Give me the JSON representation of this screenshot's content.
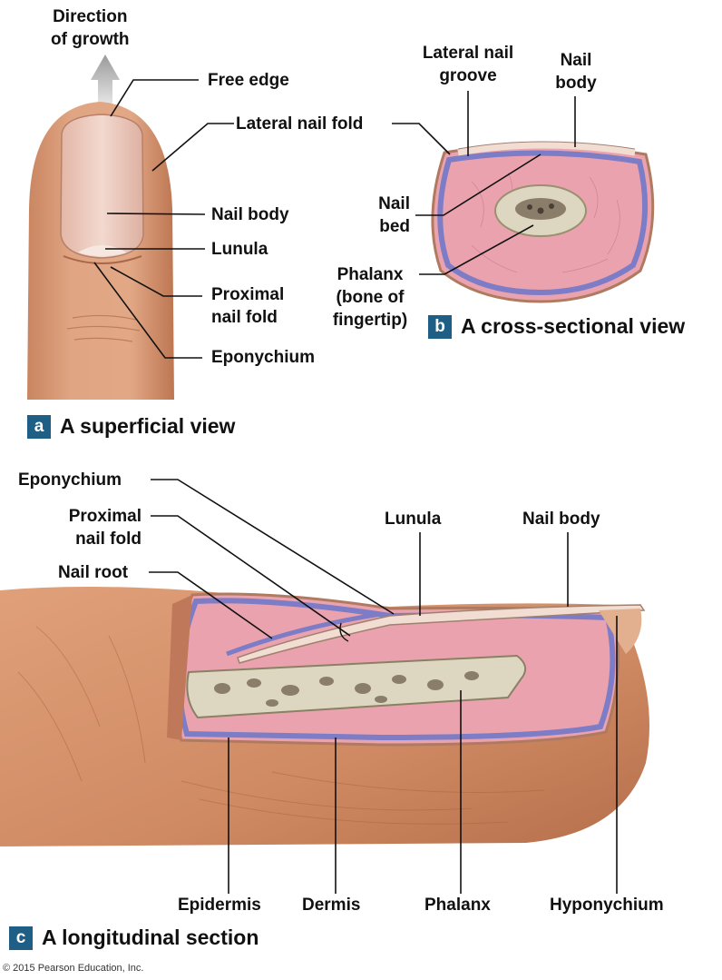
{
  "colors": {
    "skin": "#d99a78",
    "skin_dark": "#b36a48",
    "nail": "#f2d6cc",
    "dermis": "#eaa3ae",
    "epidermis": "#7d7cc7",
    "bone": "#ddd7c2",
    "badge": "#1f5f86",
    "leader": "#111111"
  },
  "panel_a": {
    "letter": "a",
    "title": "A superficial view",
    "labels": {
      "direction_of_growth": "Direction\nof growth",
      "free_edge": "Free edge",
      "lateral_nail_fold": "Lateral nail fold",
      "nail_body": "Nail body",
      "lunula": "Lunula",
      "proximal_nail_fold": "Proximal\nnail fold",
      "eponychium": "Eponychium"
    }
  },
  "panel_b": {
    "letter": "b",
    "title": "A cross-sectional view",
    "labels": {
      "lateral_nail_groove": "Lateral nail\ngroove",
      "nail_body": "Nail\nbody",
      "nail_bed": "Nail\nbed",
      "phalanx": "Phalanx\n(bone of\nfingertip)"
    }
  },
  "panel_c": {
    "letter": "c",
    "title": "A longitudinal section",
    "labels": {
      "eponychium": "Eponychium",
      "proximal_nail_fold": "Proximal\nnail fold",
      "nail_root": "Nail root",
      "lunula": "Lunula",
      "nail_body": "Nail body",
      "epidermis": "Epidermis",
      "dermis": "Dermis",
      "phalanx": "Phalanx",
      "hyponychium": "Hyponychium"
    }
  },
  "credit": "© 2015 Pearson Education, Inc."
}
